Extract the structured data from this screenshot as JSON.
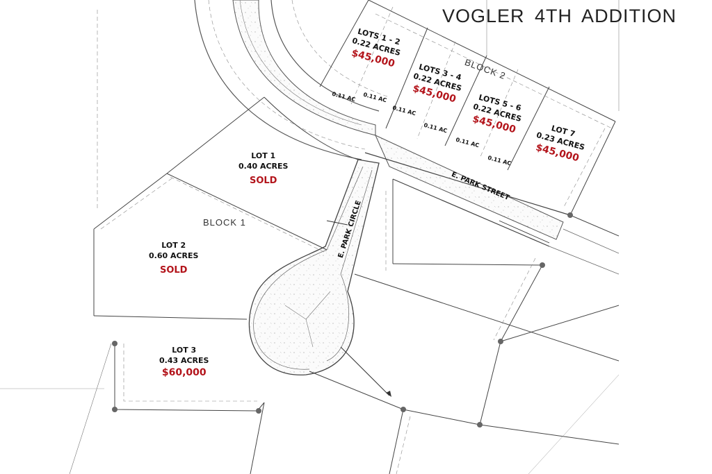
{
  "title": "VOGLER 4TH ADDITION",
  "blocks": {
    "block1": "BLOCK 1",
    "block2": "BLOCK 2"
  },
  "streets": {
    "park_street": "E. PARK STREET",
    "park_circle": "E. PARK CIRCLE"
  },
  "lots": {
    "lots_1_2": {
      "name": "LOTS 1 - 2",
      "acres": "0.22 ACRES",
      "price": "$45,000"
    },
    "lots_3_4": {
      "name": "LOTS 3 - 4",
      "acres": "0.22 ACRES",
      "price": "$45,000"
    },
    "lots_5_6": {
      "name": "LOTS 5 - 6",
      "acres": "0.22 ACRES",
      "price": "$45,000"
    },
    "lot_7": {
      "name": "LOT 7",
      "acres": "0.23 ACRES",
      "price": "$45,000"
    },
    "lot_1": {
      "name": "LOT 1",
      "acres": "0.40 ACRES",
      "status": "SOLD"
    },
    "lot_2": {
      "name": "LOT 2",
      "acres": "0.60 ACRES",
      "status": "SOLD"
    },
    "lot_3": {
      "name": "LOT 3",
      "acres": "0.43 ACRES",
      "price": "$60,000"
    }
  },
  "sublots": [
    "0.11 AC",
    "0.11 AC",
    "0.11 AC",
    "0.11 AC",
    "0.11 AC",
    "0.11 AC"
  ],
  "colors": {
    "accent_price": "#b3141b",
    "line": "#444444",
    "dashed": "#888888"
  }
}
